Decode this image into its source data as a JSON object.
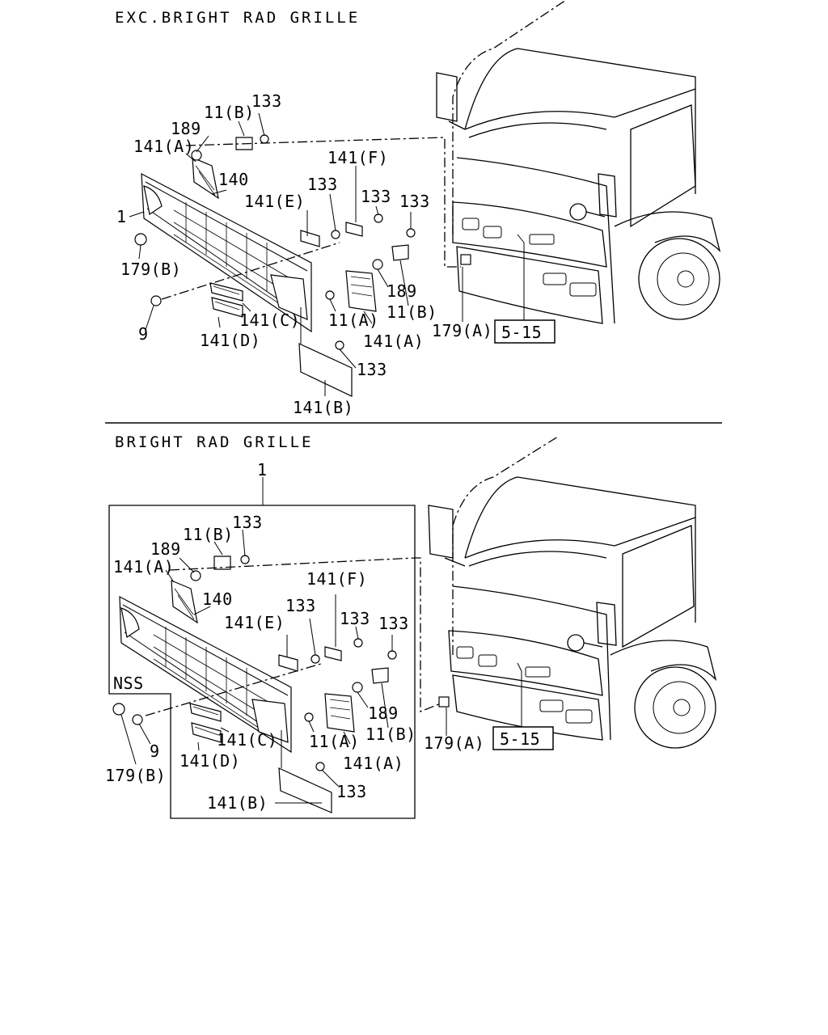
{
  "sections": {
    "upper": {
      "title": "EXC.BRIGHT RAD GRILLE",
      "labels": {
        "p133_top": "133",
        "p11b_top": "11(B)",
        "p189_top": "189",
        "p141a_top": "141(A)",
        "p140": "140",
        "p1": "1",
        "p141f": "141(F)",
        "p141e": "141(E)",
        "p133_mid": "133",
        "p133_mid2": "133",
        "p133_right": "133",
        "p179b": "179(B)",
        "p189_right": "189",
        "p11b_right": "11(B)",
        "p11a": "11(A)",
        "p141c": "141(C)",
        "p141a_bottom": "141(A)",
        "p9": "9",
        "p141d": "141(D)",
        "p133_bottom": "133",
        "p141b": "141(B)",
        "p179a": "179(A)",
        "ref": "5-15"
      }
    },
    "lower": {
      "title": "BRIGHT RAD GRILLE",
      "labels": {
        "p1": "1",
        "p133_top": "133",
        "p11b_top": "11(B)",
        "p189_top": "189",
        "p141a_top": "141(A)",
        "p140": "140",
        "p141f": "141(F)",
        "p141e": "141(E)",
        "p133_mid": "133",
        "p133_mid2": "133",
        "p133_right": "133",
        "nss": "NSS",
        "p189_right": "189",
        "p11b_right": "11(B)",
        "p11a": "11(A)",
        "p141c": "141(C)",
        "p9": "9",
        "p141a_bottom": "141(A)",
        "p141d": "141(D)",
        "p179b": "179(B)",
        "p133_bottom": "133",
        "p141b": "141(B)",
        "p179a": "179(A)",
        "ref": "5-15"
      }
    }
  }
}
